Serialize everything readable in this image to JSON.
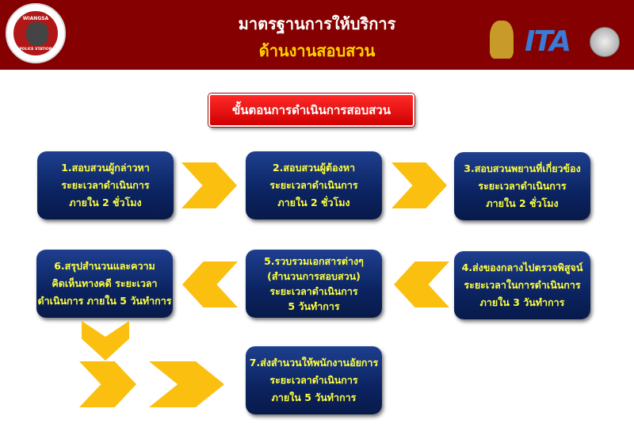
{
  "header": {
    "title": "มาตรฐานการให้บริการ",
    "subtitle": "ด้านงานสอบสวน",
    "logo_text_top": "WIANGSA",
    "logo_text_bottom": "POLICE STATION",
    "ita_logo": "ITA"
  },
  "section_title": "ขั้นตอนการดำเนินการสอบสวน",
  "steps": [
    {
      "lines": [
        "1.สอบสวนผู้กล่าวหา",
        "ระยะเวลาดำเนินการ",
        "ภายใน 2 ชั่วโมง"
      ]
    },
    {
      "lines": [
        "2.สอบสวนผู้ต้องหา",
        "ระยะเวลาดำเนินการ",
        "ภายใน 2 ชั่วโมง"
      ]
    },
    {
      "lines": [
        "3.สอบสวนพยานที่เกี่ยวข้อง",
        "ระยะเวลาดำเนินการ",
        "ภายใน 2 ชั่วโมง"
      ]
    },
    {
      "lines": [
        "4.ส่งของกลางไปตรวจพิสูจน์",
        "ระยะเวลาในการดำเนินการ",
        "ภายใน 3 วันทำการ"
      ]
    },
    {
      "lines": [
        "5.รวบรวมเอกสารต่างๆ",
        "(สำนวนการสอบสวน)",
        "ระยะเวลาดำเนินการ",
        "5 วันทำการ"
      ]
    },
    {
      "lines": [
        "6.สรุปสำนวนและความ",
        "คิดเห็นทางคดี ระยะเวลา",
        "ดำเนินการ ภายใน 5 วันทำการ"
      ]
    },
    {
      "lines": [
        "7.ส่งสำนวนให้พนักงานอัยการ",
        "ระยะเวลาดำเนินการ",
        "ภายใน 5 วันทำการ"
      ]
    }
  ],
  "colors": {
    "header": "#850000",
    "box": "#0b2360",
    "text": "#ffff40",
    "arrow": "#fbbf0f",
    "button": "#e00000"
  }
}
